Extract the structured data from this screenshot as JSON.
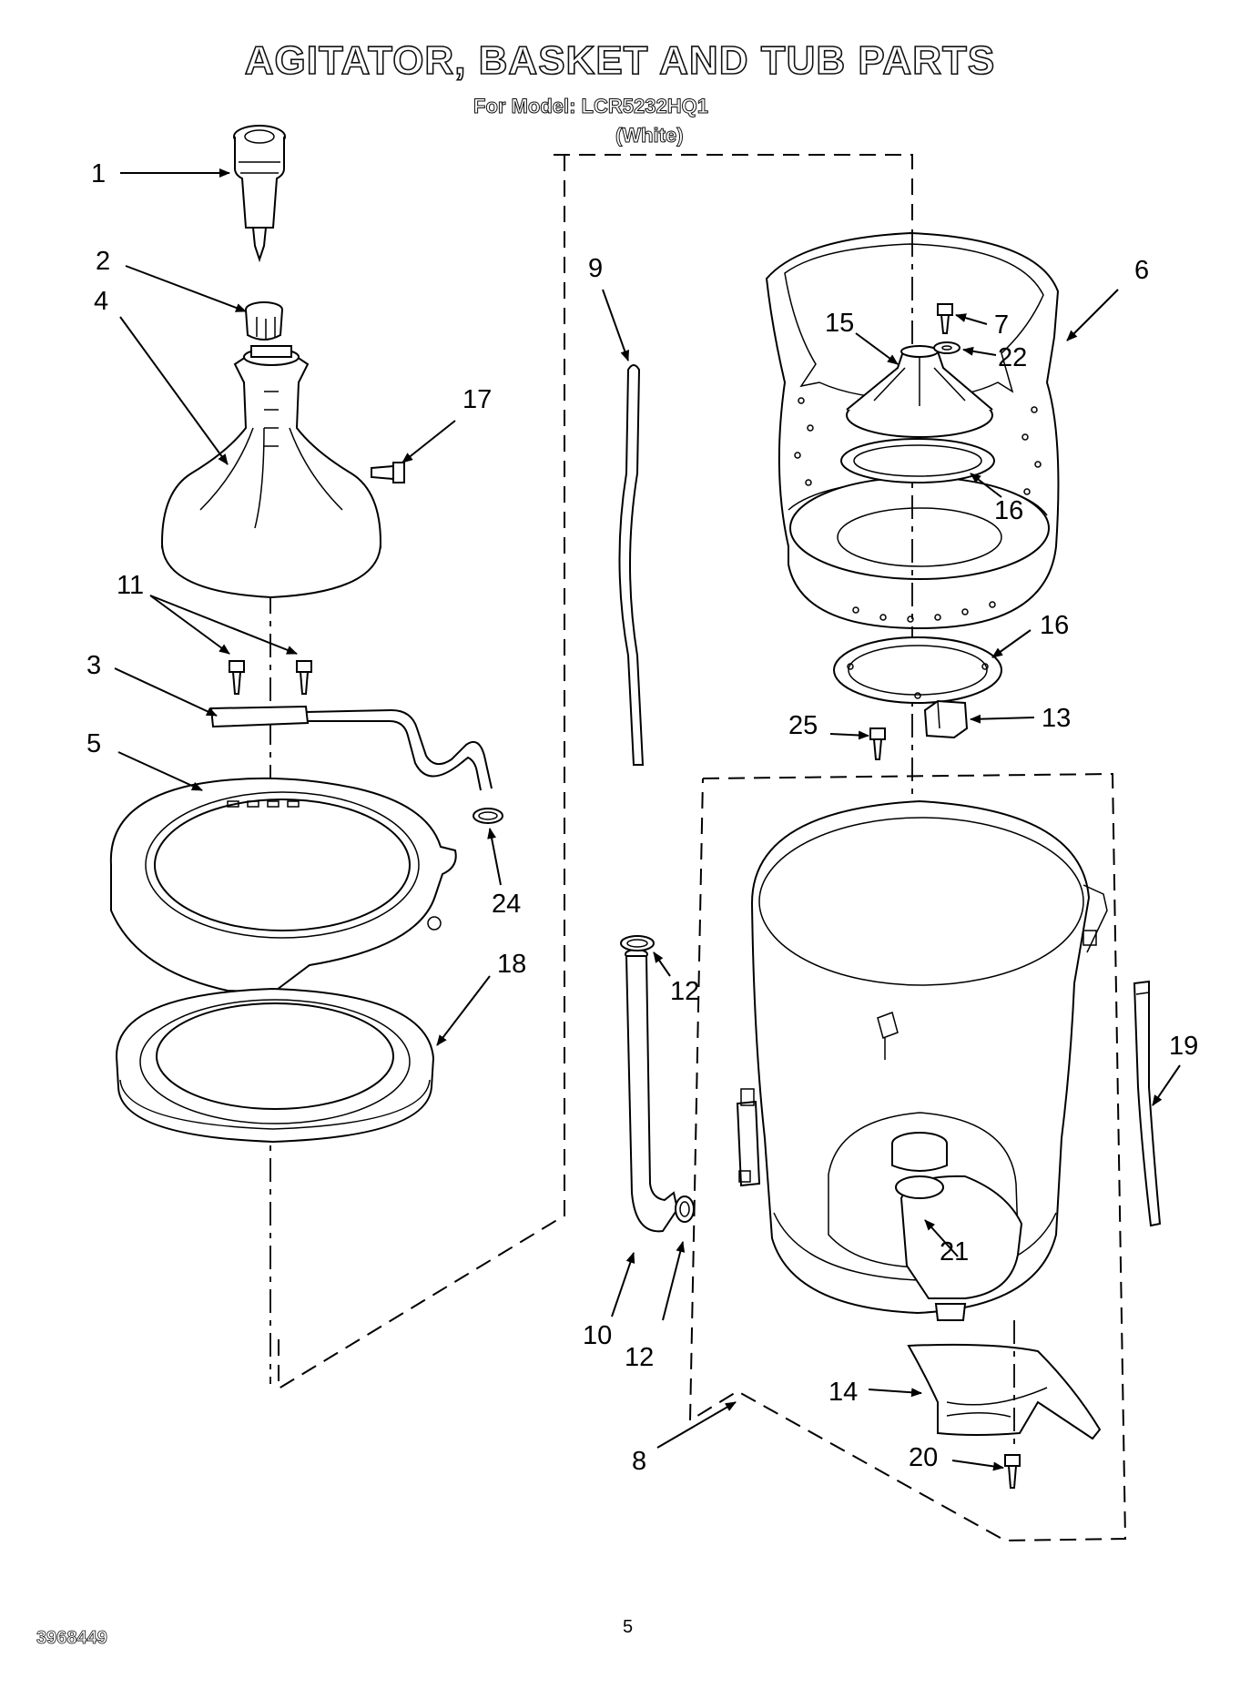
{
  "header": {
    "title": "AGITATOR, BASKET AND TUB PARTS",
    "model": "For Model: LCR5232HQ1",
    "color": "(White)"
  },
  "footer": {
    "doc_number": "3968449",
    "page_number": "5"
  },
  "callouts": {
    "c1": "1",
    "c2": "2",
    "c3": "3",
    "c4": "4",
    "c5": "5",
    "c6": "6",
    "c7": "7",
    "c8": "8",
    "c9": "9",
    "c10": "10",
    "c11": "11",
    "c12a": "12",
    "c12b": "12",
    "c13": "13",
    "c14": "14",
    "c15": "15",
    "c16a": "16",
    "c16b": "16",
    "c17": "17",
    "c18": "18",
    "c19": "19",
    "c20": "20",
    "c21": "21",
    "c22": "22",
    "c24": "24",
    "c25": "25"
  }
}
